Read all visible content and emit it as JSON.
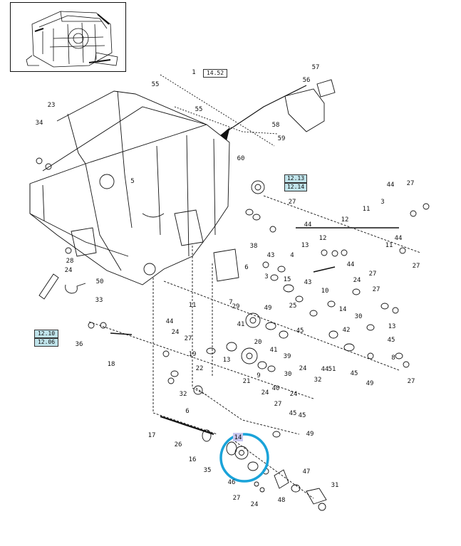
{
  "diagram": {
    "refs": {
      "top": "14.52",
      "right_top": "12.13",
      "right_bottom": "12.14",
      "left_top": "12.10",
      "left_bottom": "12.06"
    },
    "highlight_label": "14",
    "labels": [
      "1",
      "55",
      "55",
      "57",
      "56",
      "58",
      "59",
      "23",
      "34",
      "60",
      "5",
      "44",
      "27",
      "12",
      "11",
      "3",
      "27",
      "44",
      "28",
      "24",
      "38",
      "43",
      "4",
      "13",
      "44",
      "27",
      "12",
      "11",
      "27",
      "50",
      "6",
      "43",
      "10",
      "24",
      "27",
      "44",
      "3",
      "15",
      "49",
      "25",
      "14",
      "30",
      "33",
      "36",
      "18",
      "11",
      "29",
      "44",
      "24",
      "27",
      "7",
      "41",
      "45",
      "42",
      "13",
      "45",
      "20",
      "41",
      "39",
      "8",
      "24",
      "44",
      "32",
      "51",
      "45",
      "49",
      "27",
      "24",
      "19",
      "22",
      "13",
      "21",
      "30",
      "40",
      "9",
      "45",
      "32",
      "24",
      "6",
      "27",
      "17",
      "45",
      "49",
      "26",
      "16",
      "35",
      "46",
      "47",
      "27",
      "24",
      "48",
      "31"
    ],
    "highlight_color": "#1aa3d9"
  }
}
